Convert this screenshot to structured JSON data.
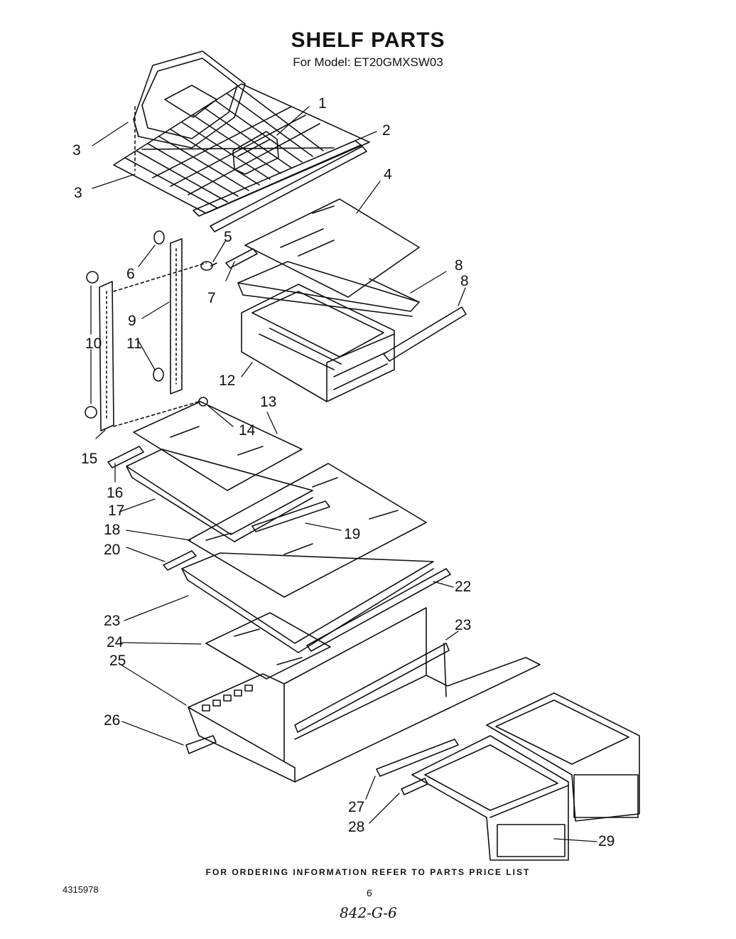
{
  "title": "SHELF PARTS",
  "subtitle": "For Model: ET20GMXSW03",
  "footer": "FOR ORDERING INFORMATION REFER TO PARTS PRICE LIST",
  "doc_number": "4315978",
  "page_number": "6",
  "handwritten_note": "842-G-6",
  "callouts": [
    "1",
    "2",
    "3",
    "3",
    "4",
    "5",
    "6",
    "7",
    "8",
    "8",
    "9",
    "10",
    "11",
    "12",
    "13",
    "14",
    "15",
    "16",
    "17",
    "18",
    "19",
    "20",
    "22",
    "23",
    "23",
    "24",
    "25",
    "26",
    "27",
    "28",
    "29"
  ]
}
